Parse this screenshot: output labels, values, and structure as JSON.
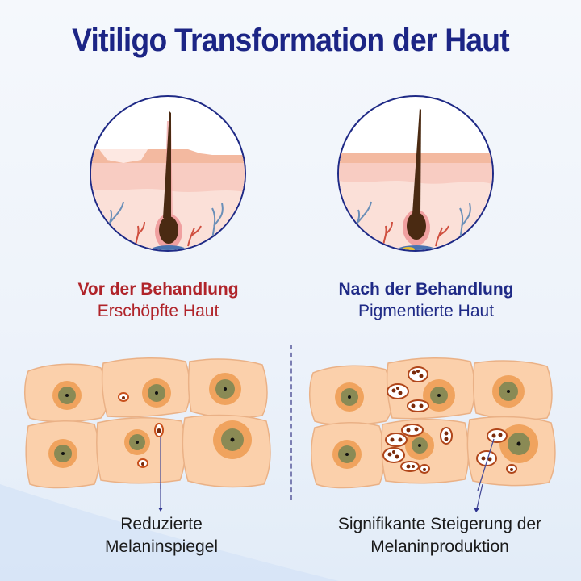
{
  "title": "Vitiligo Transformation der Haut",
  "before": {
    "heading": "Vor der Behandlung",
    "subheading": "Erschöpfte Haut",
    "caption_line1": "Reduzierte",
    "caption_line2": "Melaninspiegel",
    "color": "#b0242a"
  },
  "after": {
    "heading": "Nach der Behandlung",
    "subheading": "Pigmentierte Haut",
    "caption_line1": "Signifikante Steigerung der",
    "caption_line2": "Melaninproduktion",
    "color": "#1f2a86"
  },
  "colors": {
    "title": "#1c2585",
    "cell_fill": "#fbd0ab",
    "cell_stroke": "#eab186",
    "nucleus_outer": "#f0a35e",
    "nucleus_inner": "#8a8a55",
    "hair": "#4a2a12",
    "skin_top": "#f3b9a0",
    "skin_mid": "#f8ccc2",
    "skin_low": "#fbe0d8"
  }
}
